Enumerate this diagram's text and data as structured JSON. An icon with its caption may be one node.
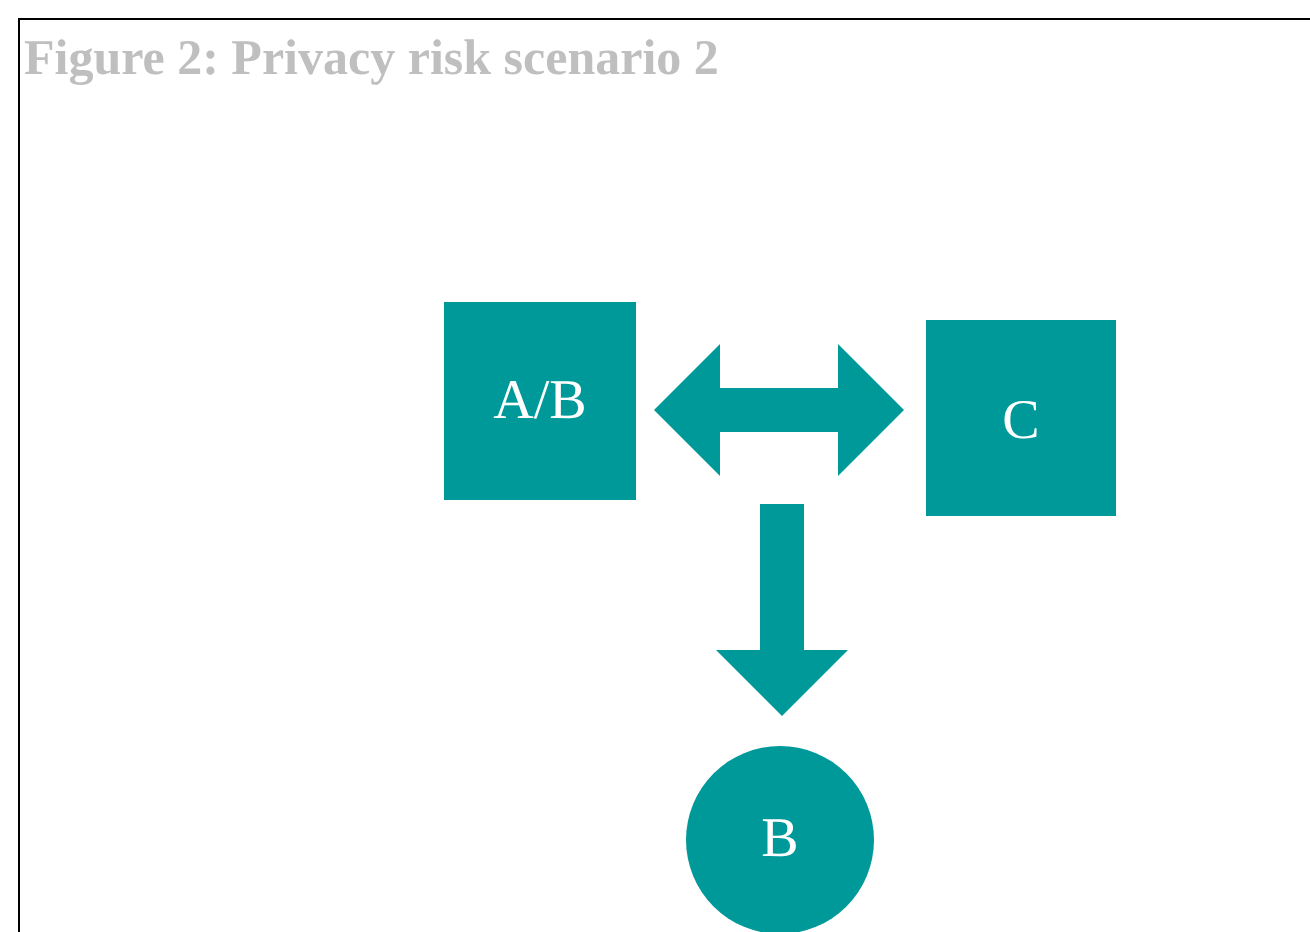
{
  "diagram": {
    "title": "Figure 2: Privacy risk scenario 2",
    "nodes": [
      {
        "text": [
          "A/B"
        ]
      },
      {
        "text": [
          "C"
        ]
      },
      {
        "text": [
          "B"
        ]
      }
    ],
    "edges": [
      {
        "from": 0,
        "to": 1,
        "arrow": "both"
      },
      {
        "from": null,
        "to": 2,
        "arrow": "to"
      }
    ]
  }
}
